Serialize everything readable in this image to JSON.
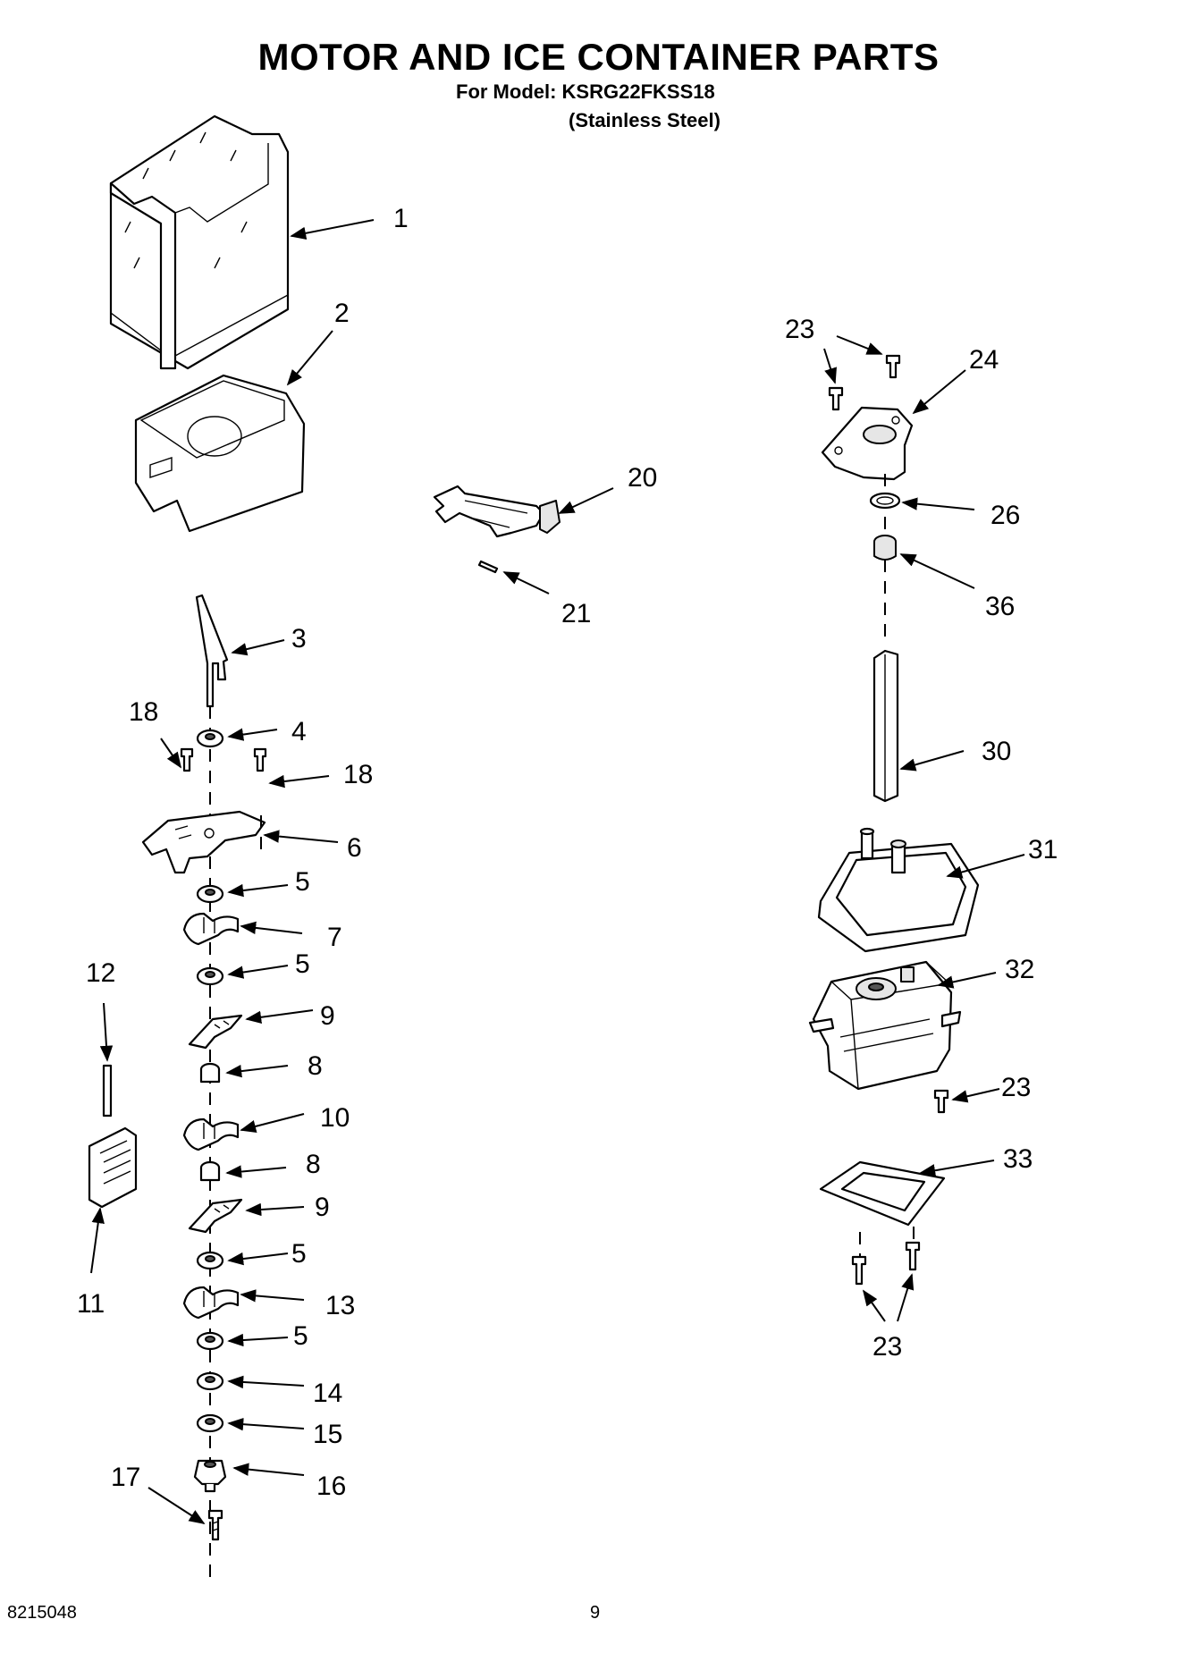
{
  "header": {
    "title": "MOTOR AND ICE CONTAINER PARTS",
    "model_line": "For Model: KSRG22FKSS18",
    "finish_line": "(Stainless Steel)"
  },
  "callouts": {
    "c1": "1",
    "c2": "2",
    "c3": "3",
    "c4": "4",
    "c5a": "5",
    "c5b": "5",
    "c5c": "5",
    "c5d": "5",
    "c6": "6",
    "c7": "7",
    "c8a": "8",
    "c8b": "8",
    "c9a": "9",
    "c9b": "9",
    "c10": "10",
    "c11": "11",
    "c12": "12",
    "c13": "13",
    "c14": "14",
    "c15": "15",
    "c16": "16",
    "c17": "17",
    "c18a": "18",
    "c18b": "18",
    "c20": "20",
    "c21": "21",
    "c23a": "23",
    "c23b": "23",
    "c23c": "23",
    "c24": "24",
    "c26": "26",
    "c30": "30",
    "c31": "31",
    "c32": "32",
    "c33": "33",
    "c36": "36"
  },
  "footer": {
    "doc_number": "8215048",
    "page_number": "9"
  }
}
